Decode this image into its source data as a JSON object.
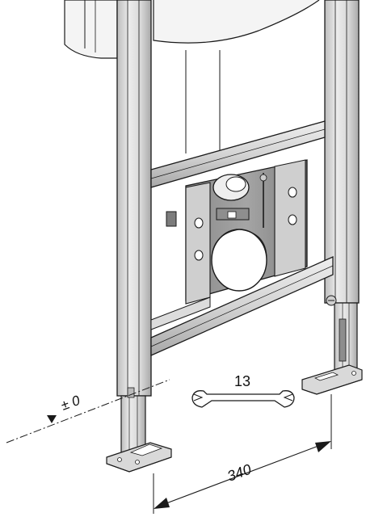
{
  "diagram": {
    "wrench_size_label": "13",
    "floor_level_label": "± 0",
    "foot_spacing_label": "340"
  },
  "colors": {
    "steel_light": "#e3e3e3",
    "steel_mid": "#c9c9c9",
    "steel_dark": "#9a9a9a",
    "outline": "#1a1a1a",
    "plate_dark": "#6f6f6f",
    "white": "#ffffff"
  }
}
